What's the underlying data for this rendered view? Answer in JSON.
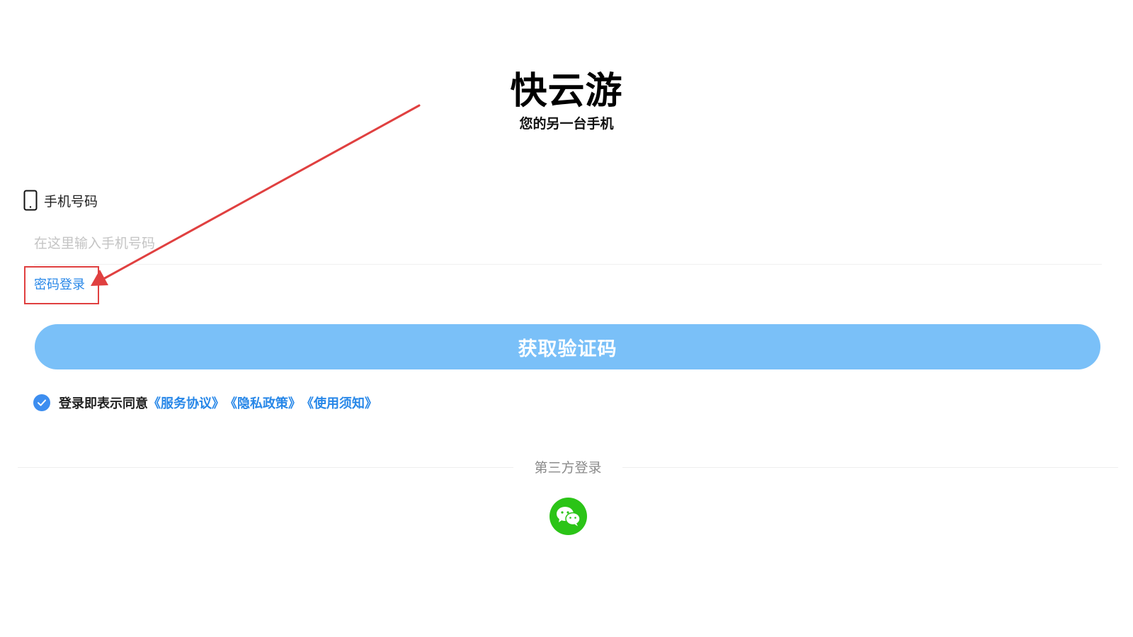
{
  "brand": {
    "title": "快云游",
    "subtitle": "您的另一台手机"
  },
  "login_form": {
    "phone_label": "手机号码",
    "phone_placeholder": "在这里输入手机号码",
    "phone_value": "",
    "password_login_link": "密码登录",
    "get_code_button": "获取验证码"
  },
  "agreement": {
    "checked": true,
    "prefix": "登录即表示同意",
    "links": [
      "《服务协议》",
      "《隐私政策》",
      "《使用须知》"
    ]
  },
  "third_party": {
    "label": "第三方登录",
    "providers": [
      "wechat-icon"
    ]
  },
  "colors": {
    "accent": "#2787e8",
    "button": "#7ac0f8",
    "checkbox": "#3d8ef0",
    "wechat": "#2bc417",
    "annotation": "#e04040"
  }
}
